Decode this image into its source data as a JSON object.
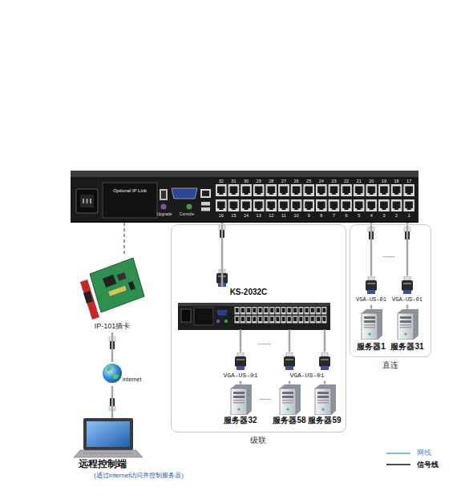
{
  "diagram": {
    "nodes": [
      {
        "text": [
          "Optional IP Link",
          "Upgrade",
          "Console"
        ]
      },
      {
        "text": [
          "IP-101插卡"
        ]
      },
      {
        "text": [
          "internet"
        ]
      },
      {
        "text": [
          "远程控制端",
          "(通过internet访问并控制服务器)"
        ]
      },
      {
        "text": [
          "级联"
        ]
      },
      {
        "text": [
          "KS-2032C"
        ],
        "in": 4
      },
      {
        "text": [
          "VGA-US-01"
        ],
        "in": 4
      },
      {
        "text": [
          "VGA-US-01"
        ],
        "in": 4
      },
      {
        "text": [
          "服务器32"
        ],
        "in": 4
      },
      {
        "text": [
          "服务器58"
        ],
        "in": 4
      },
      {
        "text": [
          "服务器59"
        ],
        "in": 4
      },
      {
        "text": [
          "直连"
        ]
      },
      {
        "text": [
          "VGA-US-01"
        ],
        "in": 11
      },
      {
        "text": [
          "VGA-US-01"
        ],
        "in": 11
      },
      {
        "text": [
          "服务器1"
        ],
        "in": 11
      },
      {
        "text": [
          "服务器31"
        ],
        "in": 11
      }
    ],
    "edges": [
      {
        "from": 0,
        "to": 1,
        "arrow": "none"
      },
      {
        "from": 1,
        "to": 2,
        "arrow": "none"
      },
      {
        "from": 2,
        "to": 3,
        "arrow": "none"
      },
      {
        "from": 0,
        "to": 5,
        "arrow": "none"
      },
      {
        "from": 5,
        "to": 6,
        "arrow": "none"
      },
      {
        "from": 5,
        "to": 7,
        "arrow": "none"
      },
      {
        "from": 6,
        "to": 8,
        "arrow": "none"
      },
      {
        "from": 7,
        "to": 9,
        "arrow": "none"
      },
      {
        "from": 7,
        "to": 10,
        "arrow": "none"
      },
      {
        "from": 0,
        "to": 12,
        "arrow": "none"
      },
      {
        "from": 0,
        "to": 13,
        "arrow": "none"
      },
      {
        "from": 12,
        "to": 14,
        "arrow": "none"
      },
      {
        "from": 13,
        "to": 15,
        "arrow": "none"
      }
    ],
    "labels": [
      "32",
      "31",
      "30",
      "29",
      "28",
      "27",
      "26",
      "25",
      "24",
      "23",
      "22",
      "21",
      "20",
      "19",
      "18",
      "17",
      "16",
      "15",
      "14",
      "13",
      "12",
      "11",
      "10",
      "9",
      "8",
      "7",
      "6",
      "5",
      "4",
      "3",
      "2",
      "1",
      "......",
      "......",
      "......"
    ],
    "legend": [
      {
        "text": "网线"
      },
      {
        "text": "信号线"
      }
    ]
  }
}
